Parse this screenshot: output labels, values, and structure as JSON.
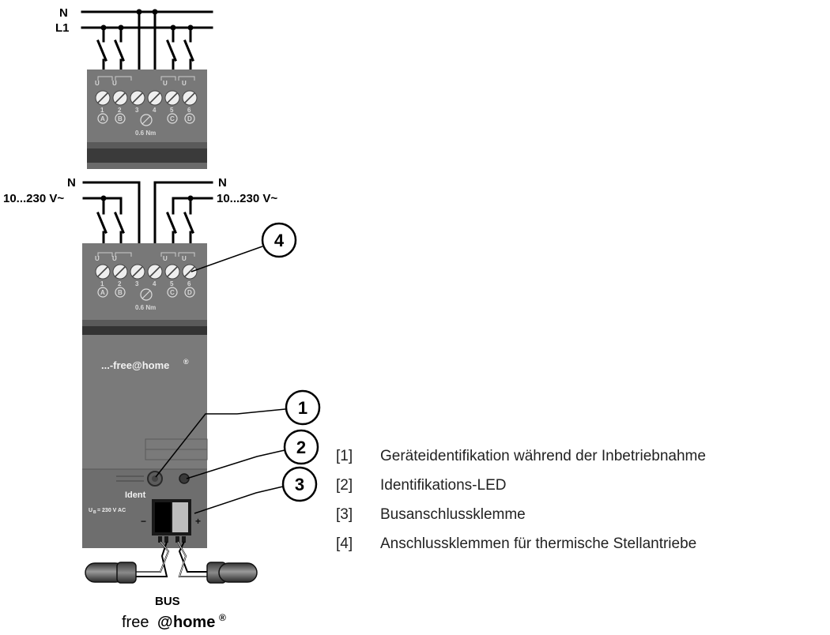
{
  "wiring": {
    "top_n": "N",
    "top_l1": "L1",
    "left_n": "N",
    "left_voltage": "10...230 V~",
    "right_n": "N",
    "right_voltage": "10...230 V~"
  },
  "terminals": {
    "u_label": "U",
    "u_sub": "h",
    "numbers": [
      "1",
      "2",
      "3",
      "4",
      "5",
      "6"
    ],
    "channels": [
      "A",
      "B",
      "C",
      "D"
    ],
    "torque": "0.6 Nm"
  },
  "device": {
    "brand": "...-free@home",
    "brand_mark": "®",
    "ident": "Ident",
    "supply_u": "U",
    "supply_sub": "B",
    "supply_value": "= 230 V AC",
    "bus_minus": "−",
    "bus_plus": "+"
  },
  "bus": {
    "label": "BUS",
    "logo_prefix": "free",
    "logo_at": "@",
    "logo_word": "home",
    "logo_mark": "®"
  },
  "callouts": [
    "1",
    "2",
    "3",
    "4"
  ],
  "legend": [
    {
      "num": "[1]",
      "text": "Geräteidentifikation während der Inbetriebnahme"
    },
    {
      "num": "[2]",
      "text": "Identifikations-LED"
    },
    {
      "num": "[3]",
      "text": "Busanschlussklemme"
    },
    {
      "num": "[4]",
      "text": "Anschlussklemmen für thermische Stellantriebe"
    }
  ]
}
